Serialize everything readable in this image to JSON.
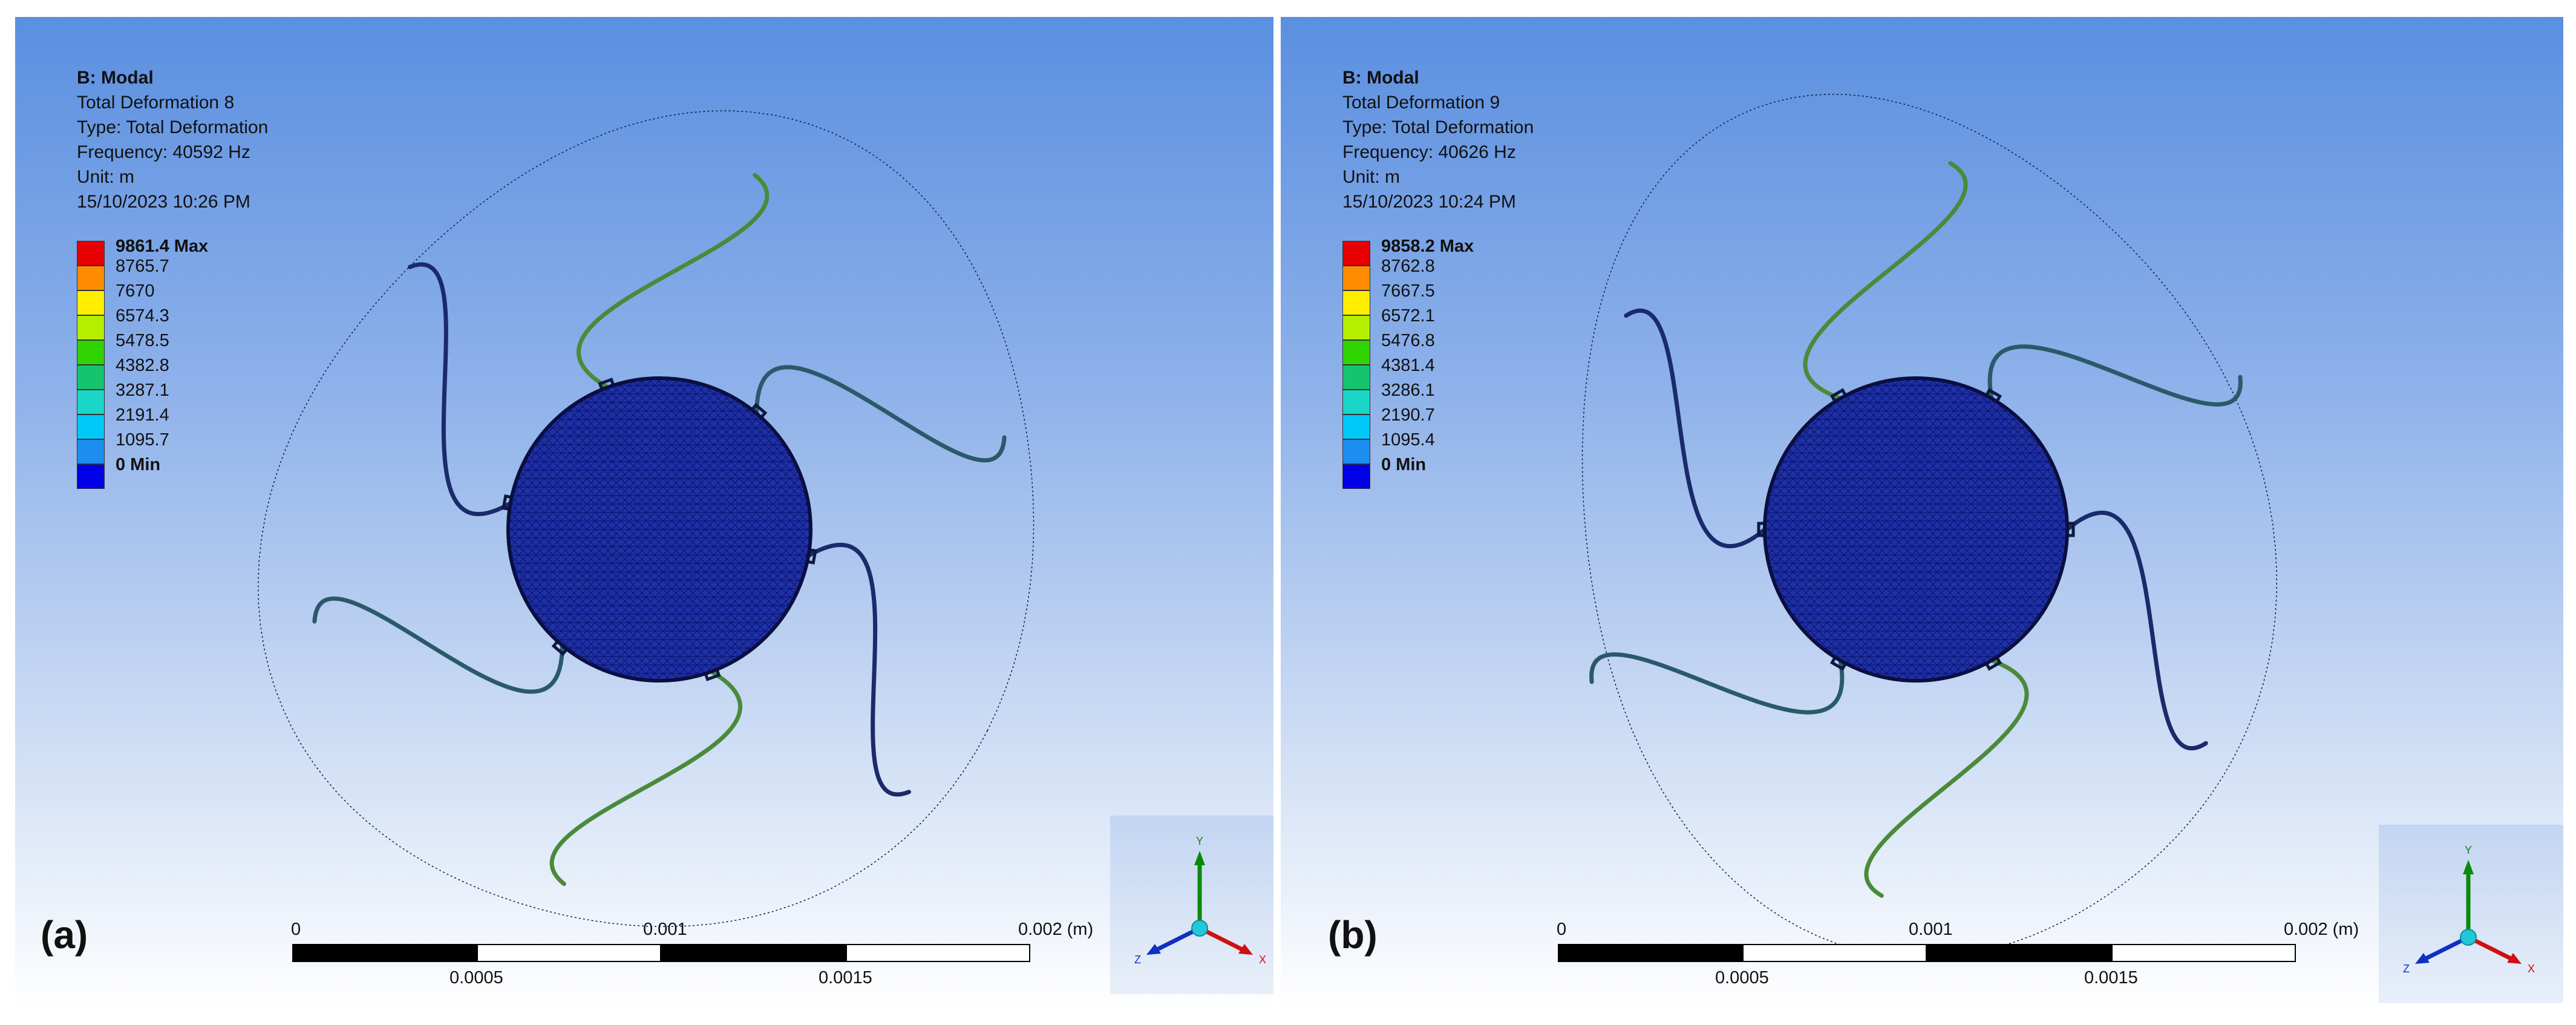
{
  "panels": [
    {
      "id": "a",
      "figure_label": "(a)",
      "header": {
        "system": "B: Modal",
        "result": "Total Deformation 8",
        "type": "Type: Total Deformation",
        "frequency": "Frequency: 40592 Hz",
        "unit": "Unit: m",
        "timestamp": "15/10/2023 10:26 PM"
      },
      "legend": [
        "9861.4 Max",
        "8765.7",
        "7670",
        "6574.3",
        "5478.5",
        "4382.8",
        "3287.1",
        "2191.4",
        "1095.7",
        "0 Min"
      ],
      "scale": {
        "start": "0",
        "mid": "0.001",
        "end": "0.002 (m)",
        "q1": "0.0005",
        "q3": "0.0015"
      },
      "triad": {
        "y": "Y",
        "x": "X",
        "z": "Z"
      }
    },
    {
      "id": "b",
      "figure_label": "(b)",
      "header": {
        "system": "B: Modal",
        "result": "Total Deformation 9",
        "type": "Type: Total Deformation",
        "frequency": "Frequency: 40626 Hz",
        "unit": "Unit: m",
        "timestamp": "15/10/2023 10:24 PM"
      },
      "legend": [
        "9858.2 Max",
        "8762.8",
        "7667.5",
        "6572.1",
        "5476.8",
        "4381.4",
        "3286.1",
        "2190.7",
        "1095.4",
        "0 Min"
      ],
      "scale": {
        "start": "0",
        "mid": "0.001",
        "end": "0.002 (m)",
        "q1": "0.0005",
        "q3": "0.0015"
      },
      "triad": {
        "y": "Y",
        "x": "X",
        "z": "Z"
      }
    }
  ],
  "legend_colors": [
    "#e60000",
    "#ff8c00",
    "#ffee00",
    "#b5ef00",
    "#2fd400",
    "#16c46d",
    "#1ad6c8",
    "#00c8f8",
    "#1d8ef0",
    "#0000e6"
  ],
  "colors": {
    "hub": "#2030a8",
    "hub_mesh": "#0a1770",
    "ring_low": "#1a2a6a",
    "ring_mid": "#4a8a3a",
    "ring_high": "#a03020",
    "axis_x": "#d01010",
    "axis_y": "#0a8a0a",
    "axis_z": "#1030c0",
    "origin": "#22c8d8"
  }
}
